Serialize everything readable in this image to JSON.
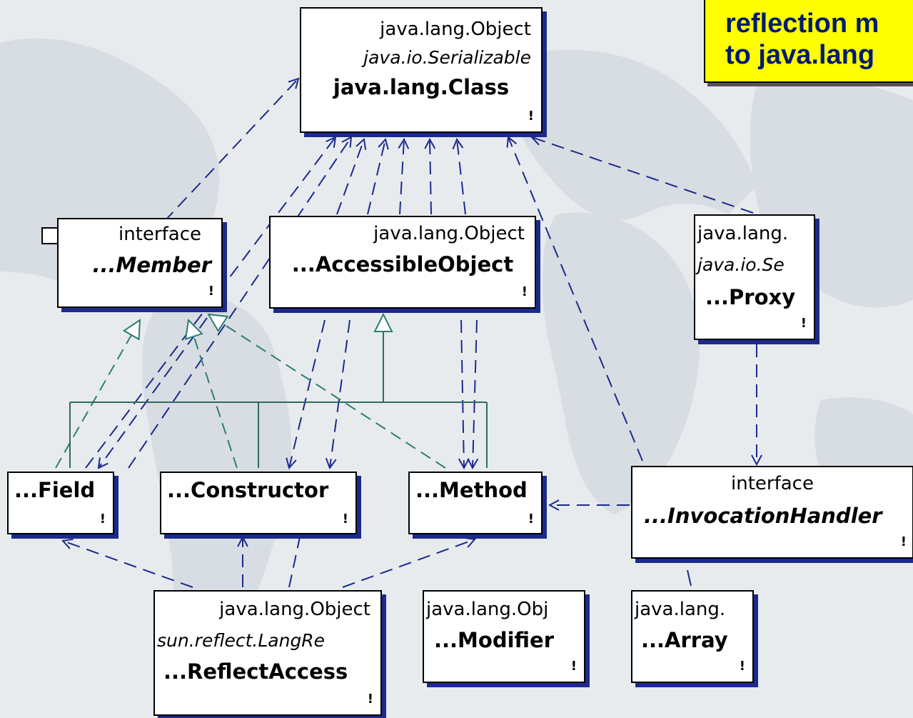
{
  "note": {
    "lines": [
      "reflection m",
      "to java.lang"
    ]
  },
  "classes": {
    "class": {
      "stereotype": "java.lang.Object",
      "interface": "java.io.Serializable",
      "name": "java.lang.Class",
      "mark": "!"
    },
    "member": {
      "stereotype": "interface",
      "name": "...Member",
      "mark": "!"
    },
    "accessible_object": {
      "stereotype": "java.lang.Object",
      "name": "...AccessibleObject",
      "mark": "!"
    },
    "proxy": {
      "stereotype": "java.lang.",
      "interface": "java.io.Se",
      "name": "...Proxy",
      "mark": "!"
    },
    "field": {
      "name": "...Field",
      "mark": "!"
    },
    "constructor": {
      "name": "...Constructor",
      "mark": "!"
    },
    "method": {
      "name": "...Method",
      "mark": "!"
    },
    "invocation_handler": {
      "stereotype": "interface",
      "name": "...InvocationHandler",
      "mark": "!"
    },
    "reflect_access": {
      "stereotype": "java.lang.Object",
      "interface": "sun.reflect.LangRe",
      "name": "...ReflectAccess",
      "mark": "!"
    },
    "modifier": {
      "stereotype": "java.lang.Obj",
      "name": "...Modifier",
      "mark": "!"
    },
    "array": {
      "stereotype": "java.lang.",
      "name": "...Array",
      "mark": "!"
    }
  },
  "colors": {
    "dependency": "#1c2a8c",
    "realization": "#2e7d73",
    "generalization": "#2e6b60",
    "shadow": "#1c2a8c",
    "note_fill": "#ffff00",
    "note_text": "#001b6e"
  }
}
